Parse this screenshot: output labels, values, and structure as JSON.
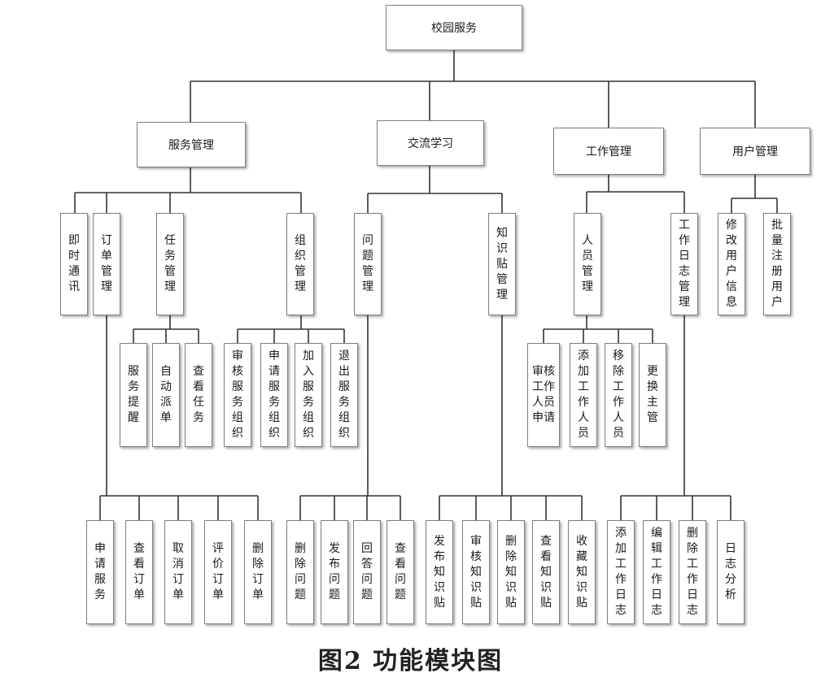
{
  "diagram": {
    "root": "校园服务",
    "modules": [
      {
        "label": "服务管理",
        "children": [
          {
            "label": "即时通讯",
            "children": []
          },
          {
            "label": "订单管理",
            "children": [
              "申请服务",
              "查看订单",
              "取消订单",
              "评价订单",
              "删除订单"
            ]
          },
          {
            "label": "任务管理",
            "children": [
              "服务提醒",
              "自动派单",
              "查看任务"
            ]
          },
          {
            "label": "组织管理",
            "children": [
              "审核服务组织",
              "申请服务组织",
              "加入服务组织",
              "退出服务组织"
            ]
          }
        ]
      },
      {
        "label": "交流学习",
        "children": [
          {
            "label": "问题管理",
            "children": [
              "删除问题",
              "发布问题",
              "回答问题",
              "查看问题"
            ]
          },
          {
            "label": "知识贴管理",
            "children": [
              "发布知识贴",
              "审核知识贴",
              "删除知识贴",
              "查看知识贴",
              "收藏知识贴"
            ]
          }
        ]
      },
      {
        "label": "工作管理",
        "children": [
          {
            "label": "人员管理",
            "children": [
              "审核工作人员申请",
              "添加工作人员",
              "移除工作人员",
              "更换主管"
            ]
          },
          {
            "label": "工作日志管理",
            "children": [
              "添加工作日志",
              "编辑工作日志",
              "删除工作日志",
              "日志分析"
            ]
          }
        ]
      },
      {
        "label": "用户管理",
        "children": [
          {
            "label": "修改用户信息",
            "children": []
          },
          {
            "label": "批量注册用户",
            "children": []
          }
        ]
      }
    ]
  },
  "caption": "图2  功能模块图"
}
